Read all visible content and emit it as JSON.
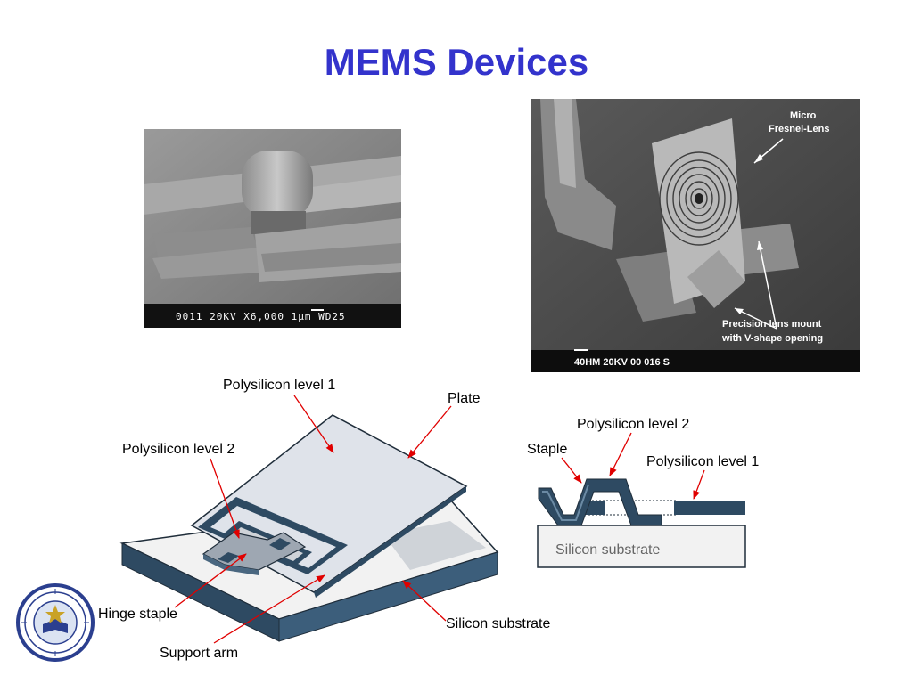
{
  "slide": {
    "title": "MEMS Devices"
  },
  "sem_hinge": {
    "caption": "0011  20KV   X6,000   1µm WD25"
  },
  "sem_lens": {
    "label_fresnel_line1": "Micro",
    "label_fresnel_line2": "Fresnel-Lens",
    "label_mount_line1": "Precision lens mount",
    "label_mount_line2": "with V-shape opening",
    "scale_text": "40ΗΜ     20KV    00    016    S"
  },
  "hinge_diagram": {
    "label_poly1": "Polysilicon level 1",
    "label_plate": "Plate",
    "label_poly2": "Polysilicon level 2",
    "label_hinge_staple": "Hinge staple",
    "label_support_arm": "Support arm",
    "label_substrate": "Silicon substrate"
  },
  "cross_section": {
    "label_poly2": "Polysilicon level 2",
    "label_staple": "Staple",
    "label_poly1": "Polysilicon level 1",
    "label_substrate": "Silicon substrate"
  },
  "colors": {
    "title": "#3333cc",
    "arrow": "#e00000",
    "poly_dark": "#2e4a62",
    "plate_fill": "#dfe3ea",
    "substrate_top": "#f2f2f2"
  }
}
